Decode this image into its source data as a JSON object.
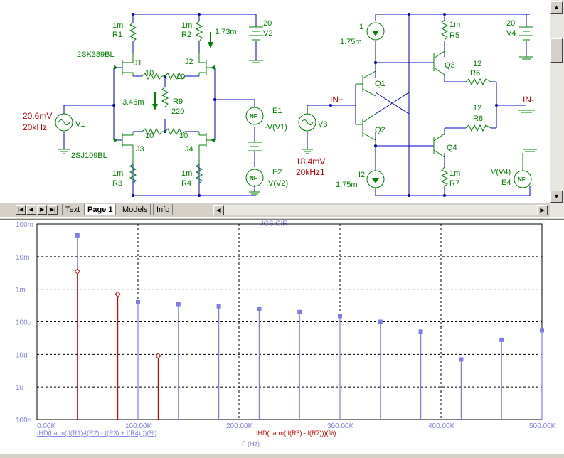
{
  "schematic": {
    "labels": {
      "r1": "R1",
      "r1_val": "1m",
      "r2": "R2",
      "r2_val": "1m",
      "r3": "R3",
      "r3_val": "1m",
      "r4": "R4",
      "r4_val": "1m",
      "r9": "R9",
      "r9_val": "220",
      "r9_cur": "3.46m",
      "r2_cur": "1.73m",
      "j1": "J1",
      "j2": "J2",
      "j3": "J3",
      "j4": "J4",
      "jfet_n": "2SK389BL",
      "jfet_p": "2SJ109BL",
      "src_r_a": "10",
      "src_r_b": "10",
      "src_r_c": "10",
      "src_r_d": "10",
      "v1": "V1",
      "v1_amp": "20.6mV",
      "v1_freq": "20kHz",
      "v2": "V2",
      "v2_val": "20",
      "e1": "E1",
      "e1_expr": "-V(V1)",
      "e2": "E2",
      "e2_expr": "V(V2)",
      "nf": "NF",
      "i1": "I1",
      "i1_val": "1.75m",
      "i2": "I2",
      "i2_val": "1.75m",
      "q1": "Q1",
      "q2": "Q2",
      "q3": "Q3",
      "q4": "Q4",
      "r5": "R5",
      "r5_val": "1m",
      "r7": "R7",
      "r7_val": "1m",
      "r6": "R6",
      "r6_val": "12",
      "r8": "R8",
      "r8_val": "12",
      "v3": "V3",
      "v3_amp": "18.4mV",
      "v3_freq": "20kHz1",
      "v4": "V4",
      "v4_val": "20",
      "e4": "E4",
      "e4_expr": "V(V4)",
      "in_plus": "IN+",
      "in_minus": "IN-"
    }
  },
  "tabs": [
    {
      "label": "Text",
      "active": false
    },
    {
      "label": "Page 1",
      "active": true
    },
    {
      "label": "Models",
      "active": false
    },
    {
      "label": "Info",
      "active": false
    }
  ],
  "nav_icons": [
    "first-page-icon",
    "prev-page-icon",
    "next-page-icon",
    "last-page-icon"
  ],
  "colors": {
    "wire": "#0000c0",
    "component": "#008000",
    "label_red": "#c00000",
    "series_blue": "#7c7cf0",
    "series_red": "#d00000",
    "axis_label": "#0000c0"
  },
  "chart_data": {
    "type": "bar",
    "title_partial": "JCS.CIR",
    "xlabel": "F (Hz)",
    "xlim": [
      0,
      500000
    ],
    "ylim": [
      1e-07,
      0.1
    ],
    "yscale": "log",
    "x_ticks": [
      "0.00K",
      "100.00K",
      "200.00K",
      "300.00K",
      "400.00K",
      "500.00K"
    ],
    "y_ticks": [
      "100m",
      "10m",
      "1m",
      "100u",
      "10u",
      "1u",
      "100n"
    ],
    "grid": true,
    "series": [
      {
        "name": "IHD(harm( I(R1)-I(R2) - I(R3) + I(R4) ))(%)",
        "color": "#7c7cf0",
        "marker": "filled-square",
        "x": [
          40000,
          60000,
          80000,
          100000,
          120000,
          140000,
          160000,
          180000,
          200000,
          220000,
          240000,
          260000,
          280000,
          300000,
          320000,
          340000,
          360000,
          380000,
          400000,
          420000,
          440000,
          460000,
          480000,
          500000
        ],
        "values": [
          0.045,
          null,
          null,
          0.0004,
          null,
          0.00035,
          null,
          0.0003,
          null,
          0.00025,
          null,
          0.0002,
          null,
          0.00015,
          null,
          0.0001,
          null,
          5e-05,
          null,
          7e-06,
          null,
          2.8e-05,
          null,
          5.5e-05
        ]
      },
      {
        "name": "IHD(harm( I(R5) - I(R7)))(%)",
        "color": "#d00000",
        "marker": "open-diamond",
        "x": [
          40000,
          80000,
          120000
        ],
        "values": [
          0.0035,
          0.0007,
          9e-06
        ]
      }
    ]
  }
}
